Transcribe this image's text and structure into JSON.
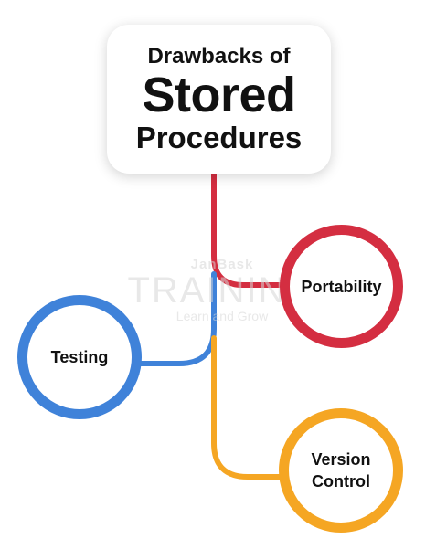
{
  "title": {
    "line1": "Drawbacks of",
    "line2": "Stored",
    "line3": "Procedures"
  },
  "nodes": {
    "portability": "Portability",
    "testing": "Testing",
    "version_control": [
      "Version",
      "Control"
    ]
  },
  "watermark": {
    "brand": "JanBask",
    "word": "TRAINING",
    "tagline": "Learn and Grow"
  },
  "colors": {
    "portability": "#d42e41",
    "testing": "#3f82d9",
    "version_control": "#f5a623",
    "text": "#111111"
  }
}
